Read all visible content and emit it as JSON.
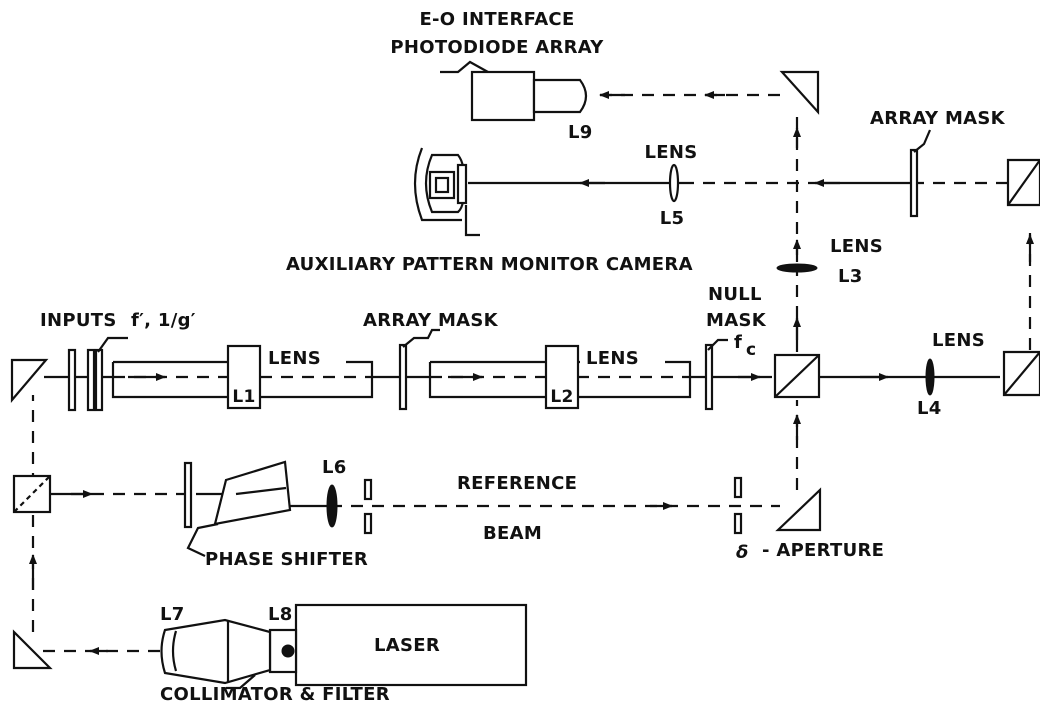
{
  "labels": {
    "eo_interface": "E-O INTERFACE",
    "photodiode_array": "PHOTODIODE ARRAY",
    "l9": "L9",
    "lens_top": "LENS",
    "l5": "L5",
    "array_mask_top": "ARRAY MASK",
    "auxiliary_camera": "AUXILIARY PATTERN MONITOR CAMERA",
    "lens_l3": "LENS",
    "l3": "L3",
    "inputs": "INPUTS",
    "inputs_functions": "f′, 1/g′",
    "lens_1": "LENS",
    "l1": "L1",
    "array_mask_mid": "ARRAY MASK",
    "lens_2": "LENS",
    "l2": "L2",
    "null": "NULL",
    "mask": "MASK",
    "fc": "f",
    "fc_sub": "c",
    "lens_l4": "LENS",
    "l4": "L4",
    "l6": "L6",
    "reference": "REFERENCE",
    "beam": "BEAM",
    "phase_shifter": "PHASE SHIFTER",
    "delta": "δ",
    "aperture": "- APERTURE",
    "l7": "L7",
    "l8": "L8",
    "laser": "LASER",
    "collimator_filter": "COLLIMATOR & FILTER"
  }
}
